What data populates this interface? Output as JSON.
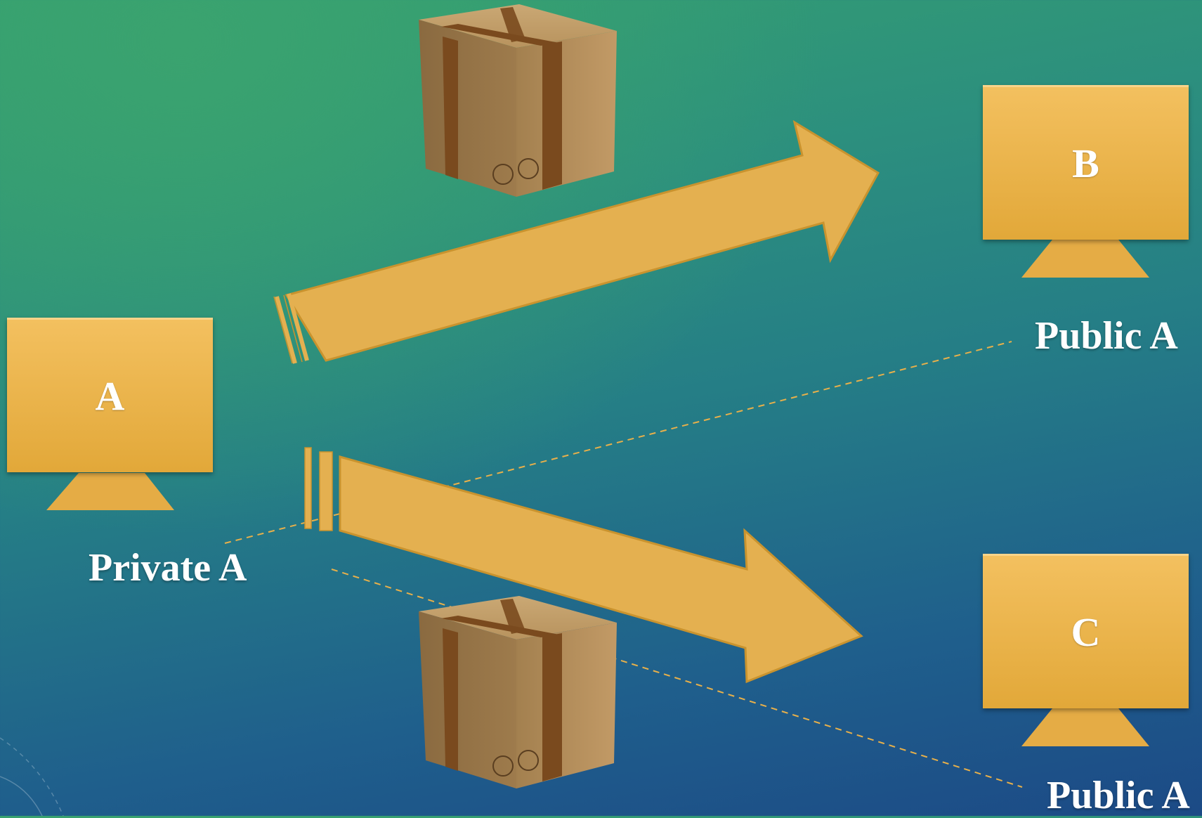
{
  "computers": [
    {
      "id": "a",
      "label": "A",
      "icon": "computer-monitor-icon"
    },
    {
      "id": "b",
      "label": "B",
      "icon": "computer-monitor-icon"
    },
    {
      "id": "c",
      "label": "C",
      "icon": "computer-monitor-icon"
    }
  ],
  "captions": {
    "private_a": "Private A",
    "public_a_b": "Public A",
    "public_a_c": "Public A"
  },
  "packages": [
    {
      "icon": "cardboard-box-icon"
    },
    {
      "icon": "cardboard-box-icon"
    }
  ],
  "colors": {
    "accent": "#E8B04A",
    "arrow_fill": "#E4B050",
    "arrow_stroke": "#C9932E",
    "box": "#A98656",
    "tape": "#7A4A1E",
    "text": "#FFFFFF"
  }
}
